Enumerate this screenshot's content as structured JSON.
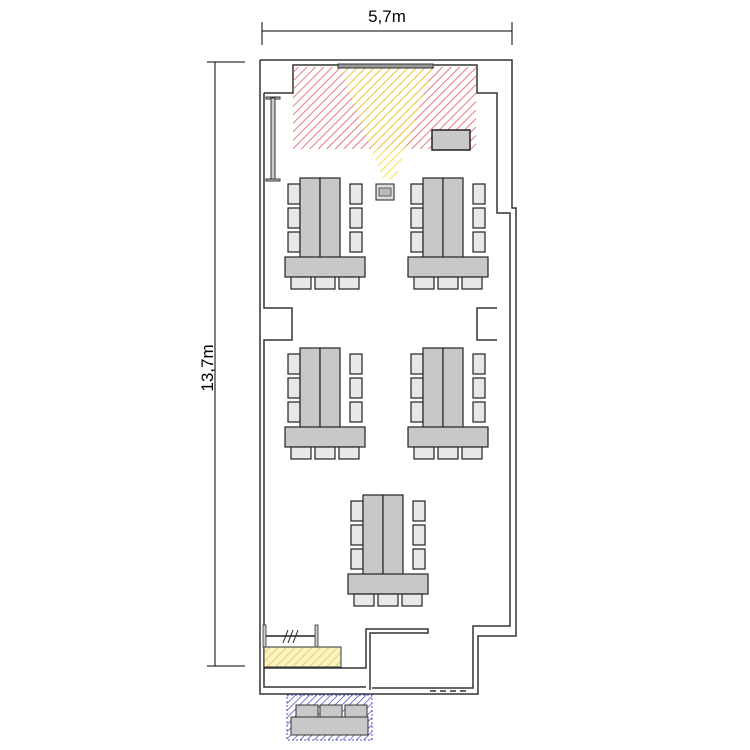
{
  "dimensions": {
    "width_label": "5,7m",
    "length_label": "13,7m"
  },
  "colors": {
    "stage_hatch": "#e0505a",
    "projection_hatch": "#f4e04a",
    "counter_hatch": "#e8d66a",
    "entrance_hatch": "#4a50c8",
    "furniture": "#c8c8c8",
    "wall": "#333333"
  },
  "table_groups": 5,
  "chairs_per_group": 9
}
